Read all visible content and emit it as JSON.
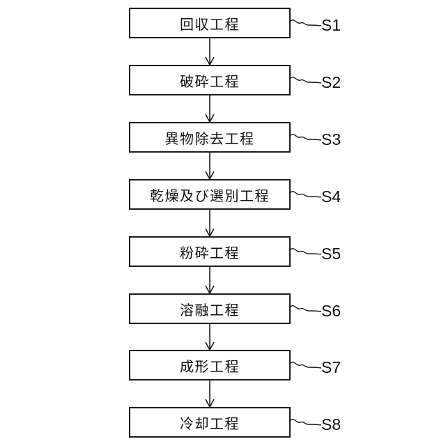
{
  "figure": {
    "type": "flowchart",
    "background_color": "#ffffff",
    "line_color": "#1c1c1c",
    "direction": "top-to-bottom"
  },
  "steps": [
    {
      "label": "回収工程",
      "tag": "S1"
    },
    {
      "label": "破砕工程",
      "tag": "S2"
    },
    {
      "label": "異物除去工程",
      "tag": "S3"
    },
    {
      "label": "乾燥及び選別工程",
      "tag": "S4"
    },
    {
      "label": "粉砕工程",
      "tag": "S5"
    },
    {
      "label": "溶融工程",
      "tag": "S6"
    },
    {
      "label": "成形工程",
      "tag": "S7"
    },
    {
      "label": "冷却工程",
      "tag": "S8"
    }
  ]
}
